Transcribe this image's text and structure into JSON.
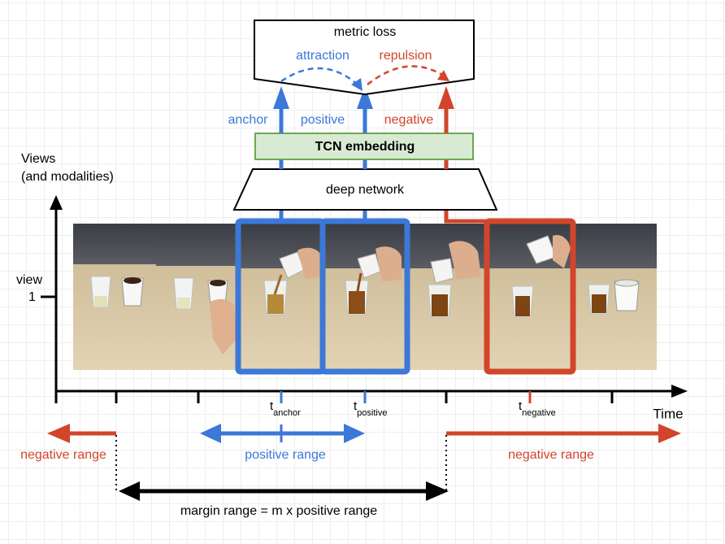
{
  "top": {
    "metric_loss": "metric loss",
    "attraction": "attraction",
    "repulsion": "repulsion",
    "anchor": "anchor",
    "positive": "positive",
    "negative": "negative",
    "tcn_embedding": "TCN embedding",
    "deep_network": "deep network"
  },
  "axis": {
    "views_line1": "Views",
    "views_line2": "(and modalities)",
    "view_line1": "view",
    "view_line2": "1",
    "time": "Time",
    "t_main": "t",
    "t_anchor_sub": "anchor",
    "t_positive_sub": "positive",
    "t_negative_sub": "negative"
  },
  "ranges": {
    "negative_left": "negative range",
    "positive": "positive range",
    "negative_right": "negative range",
    "margin": "margin range = m x positive range"
  },
  "frames": [
    {
      "name": "frame-1",
      "scene": "cup-empty"
    },
    {
      "name": "frame-2",
      "scene": "hand-holding-cup"
    },
    {
      "name": "frame-3",
      "scene": "pouring-start"
    },
    {
      "name": "frame-4",
      "scene": "pouring"
    },
    {
      "name": "frame-5",
      "scene": "cup-lifted"
    },
    {
      "name": "frame-6",
      "scene": "cup-upside-down"
    },
    {
      "name": "frame-7",
      "scene": "two-cups-filled"
    }
  ],
  "colors": {
    "blue": "#3b78d8",
    "red": "#d2452b",
    "green_fill": "#d9ead3",
    "green_stroke": "#6aa84f",
    "black": "#000000"
  }
}
